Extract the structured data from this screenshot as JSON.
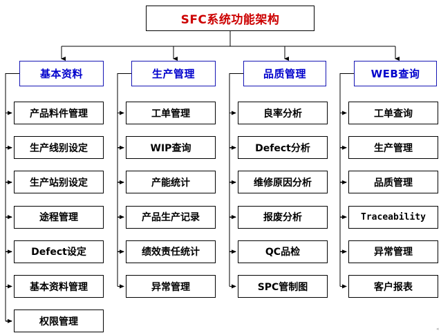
{
  "diagram": {
    "title": "SFC系统功能架构",
    "title_color": "#CC0000",
    "header_color": "#0000CC",
    "leaf_color": "#000000",
    "corner_mark": "◂",
    "columns": [
      {
        "header": "基本资料",
        "items": [
          "产品料件管理",
          "生产线别设定",
          "生产站别设定",
          "途程管理",
          "Defect设定",
          "基本资料管理",
          "权限管理"
        ]
      },
      {
        "header": "生产管理",
        "items": [
          "工单管理",
          "WIP查询",
          "产能统计",
          "产品生产记录",
          "绩效责任统计",
          "异常管理"
        ]
      },
      {
        "header": "品质管理",
        "items": [
          "良率分析",
          "Defect分析",
          "维修原因分析",
          "报废分析",
          "QC品检",
          "SPC管制图"
        ]
      },
      {
        "header": "WEB查询",
        "items": [
          "工单查询",
          "生产管理",
          "品质管理",
          "Traceability",
          "异常管理",
          "客户报表"
        ]
      }
    ]
  }
}
